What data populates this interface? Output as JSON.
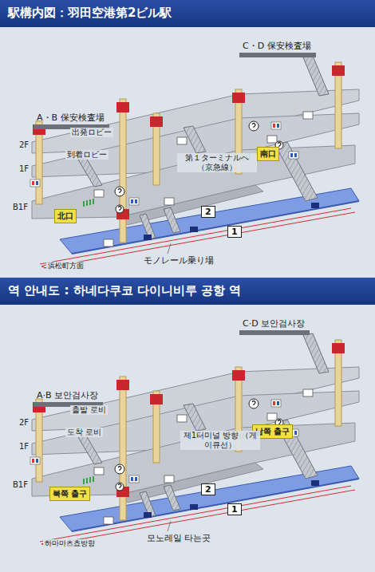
{
  "diagram": {
    "nodes": [
      {
        "text": [
          "駅構内図：羽田空港第2ビル駅"
        ]
      },
      {
        "text": [
          "C・D 保安検査場"
        ]
      },
      {
        "text": [
          "A・B 保安検査場"
        ]
      },
      {
        "text": [
          "南口"
        ]
      },
      {
        "text": [
          "北口"
        ]
      },
      {
        "text": [
          "2"
        ]
      },
      {
        "text": [
          "1"
        ]
      },
      {
        "text": [
          "역 안내도 : 하네다쿠코 다이니비루 공항 역"
        ]
      },
      {
        "text": [
          "C·D 보안검사장"
        ]
      },
      {
        "text": [
          "A·B 보안검사장"
        ]
      },
      {
        "text": [
          "남쪽 출구"
        ]
      },
      {
        "text": [
          "북쪽 출구"
        ]
      },
      {
        "text": [
          "2"
        ]
      },
      {
        "text": [
          "1"
        ]
      }
    ],
    "labels": [
      "出発ロビー",
      "2F",
      "到着ロビー",
      "1F",
      "第１ターミナルへ （京急線）",
      "B1F",
      "浜松町方面",
      "モノレール乗り場",
      "출발 로비",
      "2F",
      "도착 로비",
      "1F",
      "제1터미널 방향 （게이큐선）",
      "B1F",
      "하마마츠쵸방향",
      "모노레일 타는곳"
    ]
  }
}
